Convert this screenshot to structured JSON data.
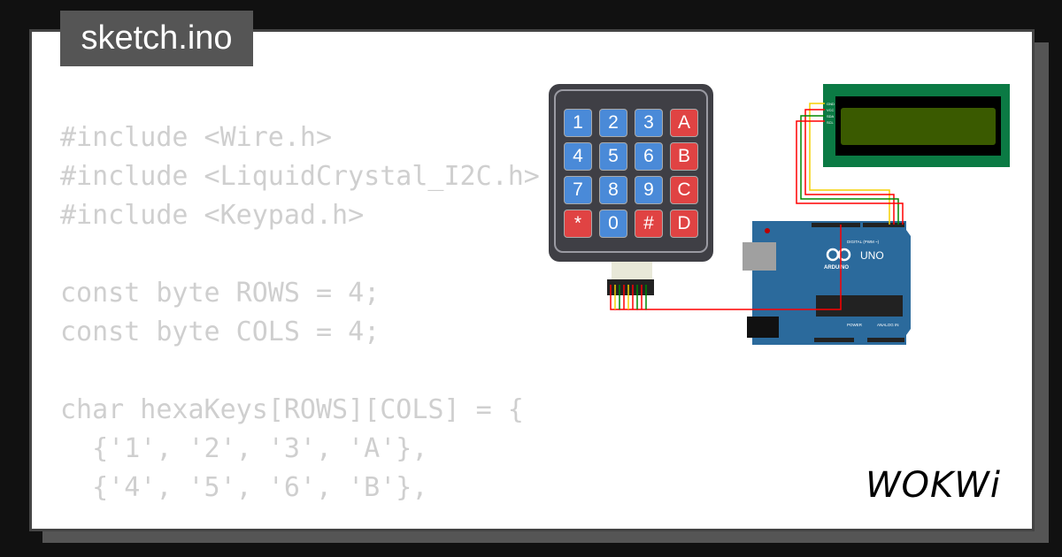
{
  "title": "sketch.ino",
  "code_lines": [
    "#include <Wire.h>",
    "#include <LiquidCrystal_I2C.h>",
    "#include <Keypad.h>",
    "",
    "const byte ROWS = 4;",
    "const byte COLS = 4;",
    "",
    "char hexaKeys[ROWS][COLS] = {",
    "  {'1', '2', '3', 'A'},",
    "  {'4', '5', '6', 'B'},"
  ],
  "keypad": {
    "keys": [
      [
        "1",
        "2",
        "3",
        "A"
      ],
      [
        "4",
        "5",
        "6",
        "B"
      ],
      [
        "7",
        "8",
        "9",
        "C"
      ],
      [
        "*",
        "0",
        "#",
        "D"
      ]
    ]
  },
  "arduino": {
    "model": "UNO",
    "brand": "ARDUINO",
    "digital_label": "DIGITAL (PWM ~)",
    "power_label": "POWER",
    "analog_label": "ANALOG IN"
  },
  "lcd": {
    "pins": [
      "GND",
      "VCC",
      "SDA",
      "SCL"
    ]
  },
  "logo": "WOKWi",
  "colors": {
    "blue_key": "#4a8ad8",
    "red_key": "#e04343",
    "board": "#2b6a9c",
    "lcd_pcb": "#0b7a44",
    "lcd_screen": "#3a5a00"
  }
}
